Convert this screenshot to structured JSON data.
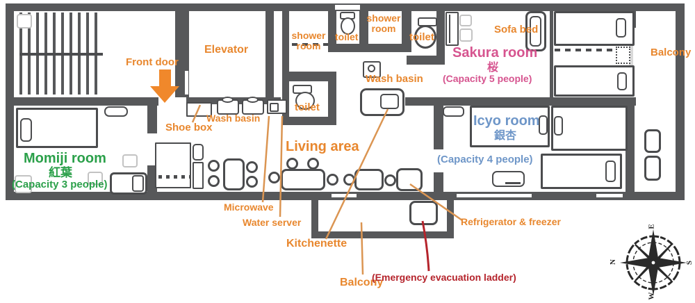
{
  "plan": {
    "front_door": "Front door",
    "elevator": "Elevator",
    "shower_room": "shower room",
    "toilet": "toilet",
    "wash_basin": "Wash basin",
    "shoe_box": "Shoe box",
    "sofa_bed": "Sofa bed",
    "living_area": "Living area",
    "microwave": "Microwave",
    "water_server": "Water server",
    "kitchenette": "Kitchenette",
    "refrigerator_freezer": "Refrigerator & freezer",
    "emergency_ladder": "(Emergency evacuation ladder)",
    "balcony": "Balcony"
  },
  "rooms": {
    "momiji": {
      "name": "Momiji room",
      "kanji": "紅葉",
      "capacity": "(Capacity 3 people)",
      "color": "#2BA04A"
    },
    "sakura": {
      "name": "Sakura room",
      "kanji": "桜",
      "capacity": "(Capacity 5 people)",
      "color": "#D6548F"
    },
    "icyo": {
      "name": "Icyo room",
      "kanji": "銀杏",
      "capacity": "(Capacity 4 people)",
      "color": "#6E96C8"
    }
  },
  "compass": {
    "north": "N",
    "east": "E",
    "south": "S",
    "west": "W"
  },
  "colors": {
    "wall": "#57585A",
    "label_orange": "#E8872E",
    "leader_orange": "#DB9552",
    "arrow_orange": "#F0882B",
    "momiji_green": "#2BA04A",
    "sakura_pink": "#D6548F",
    "icyo_blue": "#6E96C8",
    "alert_red": "#B5242C"
  }
}
